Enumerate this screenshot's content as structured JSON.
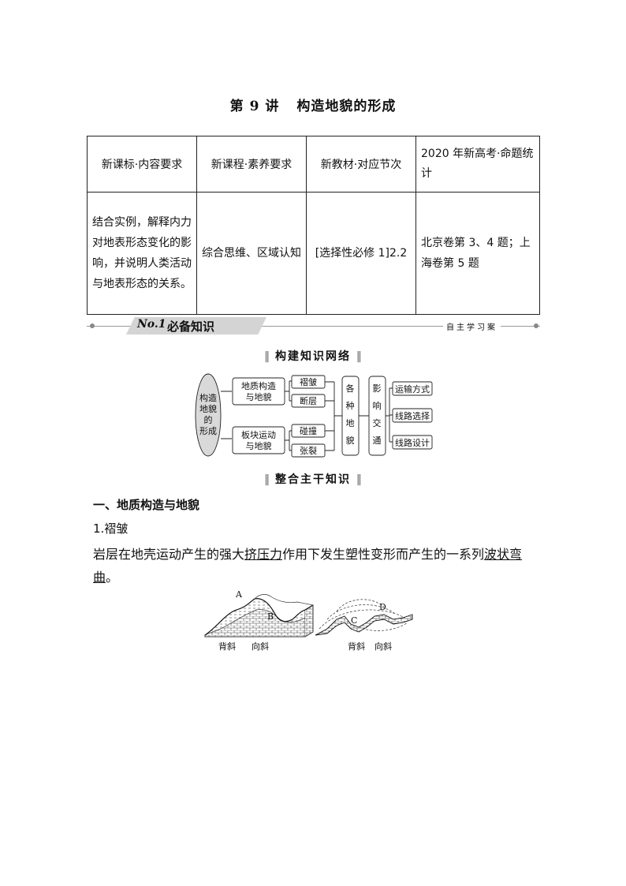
{
  "title": {
    "lecture": "第 9 讲",
    "topic": "构造地貌的形成"
  },
  "table": {
    "headers": [
      "新课标·内容要求",
      "新课程·素养要求",
      "新教材·对应节次",
      "2020 年新高考·命题统计"
    ],
    "cells": [
      "结合实例，解释内力对地表形态变化的影响，并说明人类活动与地表形态的关系。",
      "综合思维、区域认知",
      "[选择性必修 1]2.2",
      "北京卷第 3、4 题；上海卷第 5 题"
    ]
  },
  "section": {
    "no": "No.1",
    "name": "必备知识",
    "tag": "自主学习案"
  },
  "network_heading": "构建知识网络",
  "network": {
    "root": "构造地貌的形成",
    "mid": [
      "地质构造与地貌",
      "板块运动与地貌"
    ],
    "leaves": [
      "褶皱",
      "断层",
      "碰撞",
      "张裂"
    ],
    "landforms": "各种地貌",
    "influence": "影响交通",
    "effects": [
      "运输方式",
      "线路选择",
      "线路设计"
    ]
  },
  "integrate_heading": "整合主干知识",
  "sub1": "一、地质构造与地貌",
  "item1": "1.褶皱",
  "para": {
    "p1": "岩层在地壳运动产生的强大",
    "u1": "挤压力",
    "p2": "作用下发生塑性变形而产生的一系列",
    "u2": "波状弯曲",
    "p3": "。"
  },
  "figure": {
    "labels": [
      "A",
      "B",
      "C",
      "D"
    ],
    "left_caption": [
      "背斜",
      "向斜"
    ],
    "right_caption": [
      "背斜",
      "向斜"
    ]
  }
}
